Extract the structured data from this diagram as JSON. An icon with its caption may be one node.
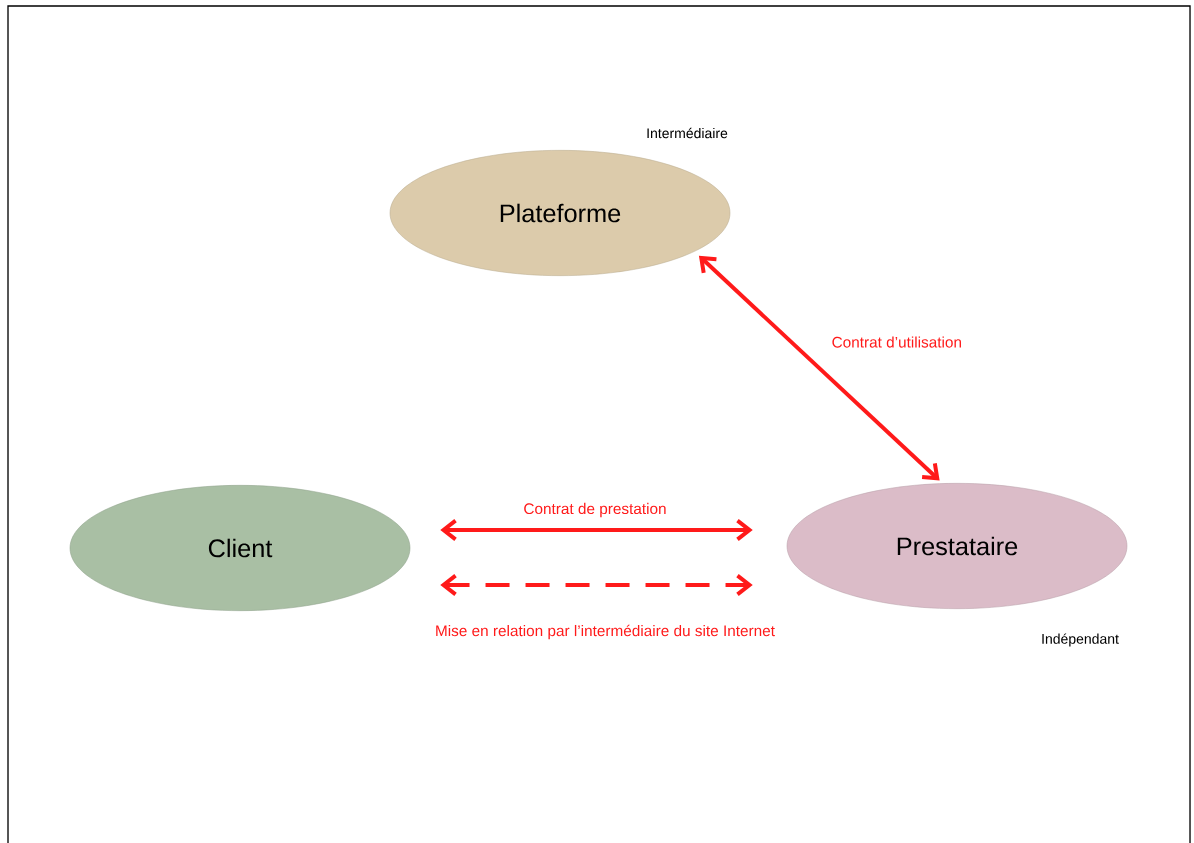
{
  "diagram": {
    "nodes": [
      {
        "text": [
          "Plateforme"
        ],
        "beside": [
          "Intermédiaire"
        ]
      },
      {
        "text": [
          "Client"
        ]
      },
      {
        "text": [
          "Prestataire"
        ],
        "beside": [
          "Indépendant"
        ]
      }
    ],
    "edges": [
      {
        "from": 0,
        "to": 2,
        "arrow": "both",
        "label": "Contrat d’utilisation"
      },
      {
        "from": 1,
        "to": 2,
        "arrow": "both",
        "label": "Contrat de prestation"
      },
      {
        "from": 1,
        "to": 2,
        "arrow": "both",
        "style": "dashed",
        "label": "Mise en relation par l’intermédiaire du site Internet"
      }
    ]
  }
}
